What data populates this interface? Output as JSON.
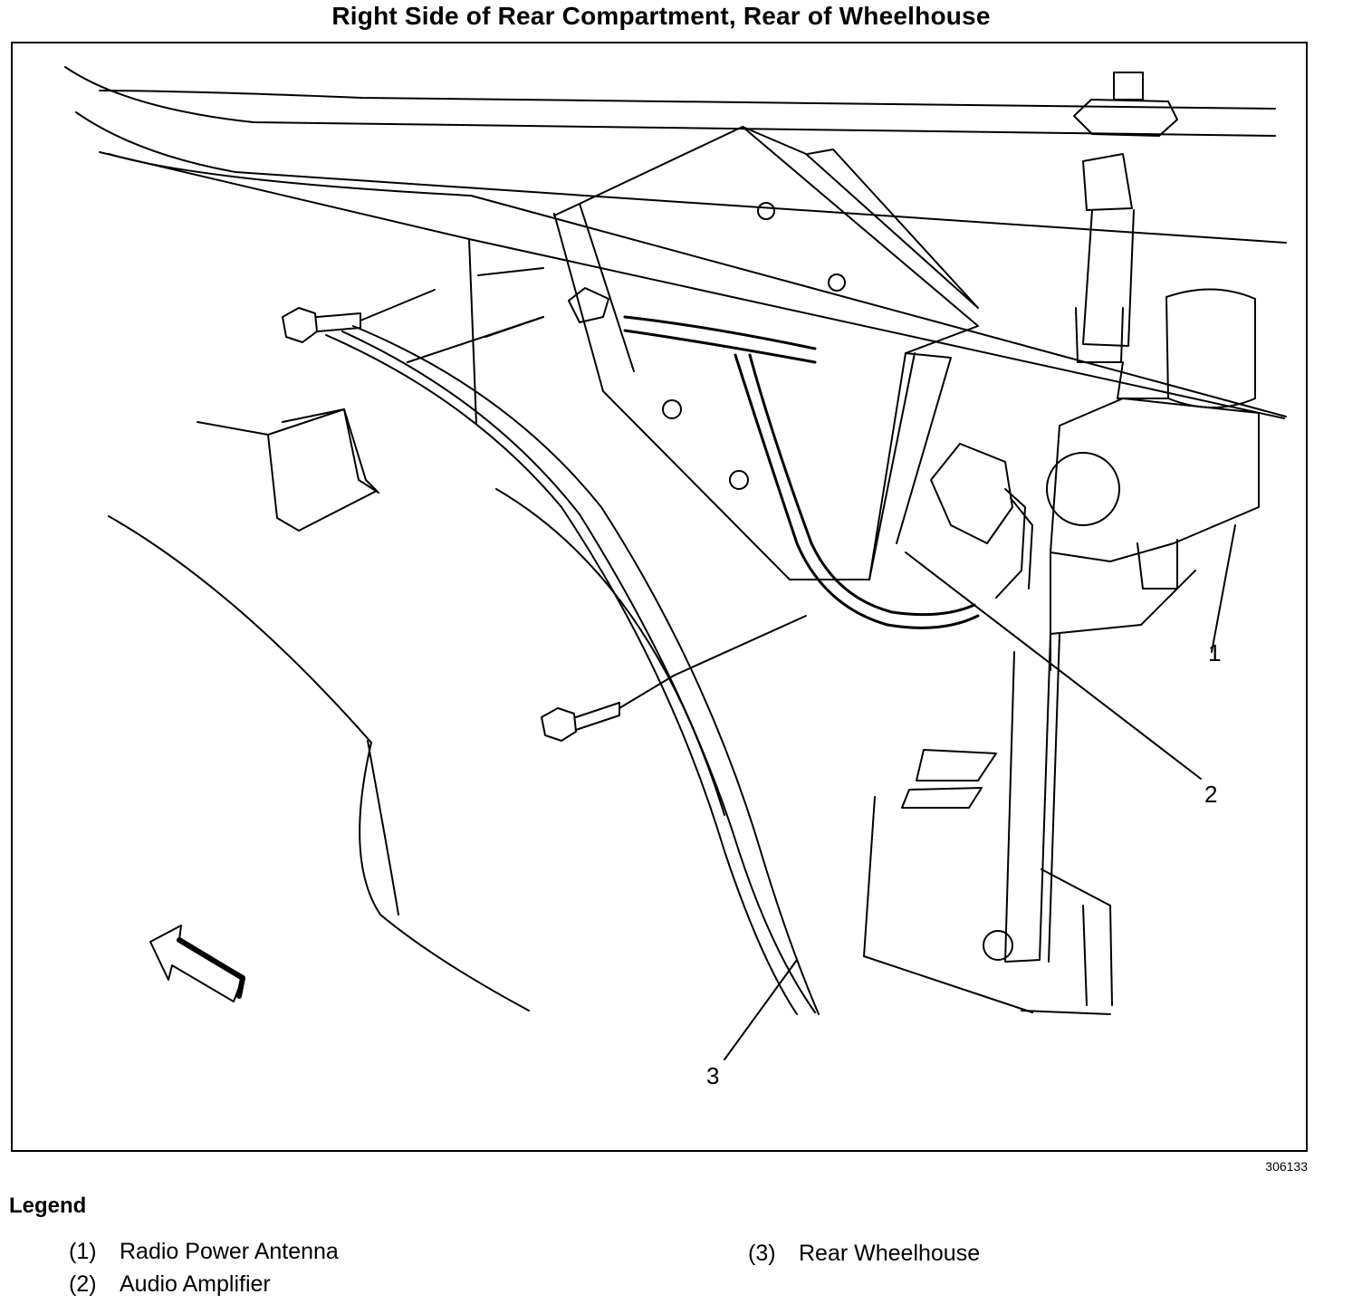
{
  "title": "Right Side of Rear Compartment, Rear of Wheelhouse",
  "figure_id": "306133",
  "callouts": [
    {
      "id": "1",
      "label": "1"
    },
    {
      "id": "2",
      "label": "2"
    },
    {
      "id": "3",
      "label": "3"
    }
  ],
  "legend": {
    "heading": "Legend",
    "items": [
      {
        "num": "(1)",
        "label": "Radio Power Antenna"
      },
      {
        "num": "(2)",
        "label": "Audio Amplifier"
      },
      {
        "num": "(3)",
        "label": "Rear Wheelhouse"
      }
    ]
  },
  "icons": {
    "direction_arrow": "forward-arrow-icon",
    "bolt": "bolt-icon"
  }
}
